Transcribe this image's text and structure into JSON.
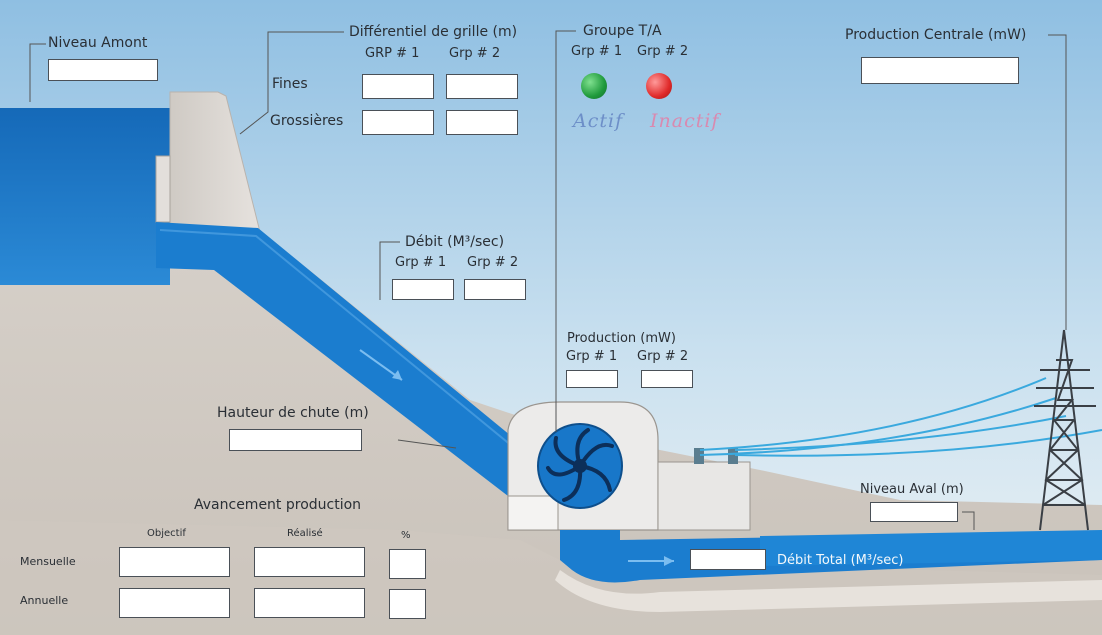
{
  "colors": {
    "sky_top": "#8fbfe2",
    "sky_bottom": "#eef4f7",
    "water": "#1b7dcf",
    "water_dark": "#0f5fa8",
    "ground": "#d8d2cb",
    "active_green": "#2aa84a",
    "inactive_red": "#e23b3b",
    "handwriting_blue": "#6d8fc8",
    "handwriting_pink": "#d98ab0"
  },
  "niveau_amont": {
    "label": "Niveau Amont"
  },
  "differentiel_grille": {
    "title": "Différentiel de grille (m)",
    "col1": "GRP # 1",
    "col2": "Grp # 2",
    "row1": "Fines",
    "row2": "Grossières"
  },
  "groupe_ta": {
    "title": "Groupe T/A",
    "col1": "Grp # 1",
    "col2": "Grp # 2",
    "status1": "Actif",
    "status2": "Inactif"
  },
  "production_centrale": {
    "label": "Production Centrale (mW)"
  },
  "debit": {
    "title": "Débit (M³/sec)",
    "col1": "Grp # 1",
    "col2": "Grp # 2"
  },
  "production": {
    "title": "Production (mW)",
    "col1": "Grp # 1",
    "col2": "Grp # 2"
  },
  "hauteur_chute": {
    "label": "Hauteur de chute (m)"
  },
  "niveau_aval": {
    "label": "Niveau Aval (m)"
  },
  "debit_total": {
    "label": "Débit Total (M³/sec)"
  },
  "avancement": {
    "title": "Avancement production",
    "col_objectif": "Objectif",
    "col_realise": "Réalisé",
    "col_percent": "%",
    "row_mensuelle": "Mensuelle",
    "row_annuelle": "Annuelle"
  }
}
